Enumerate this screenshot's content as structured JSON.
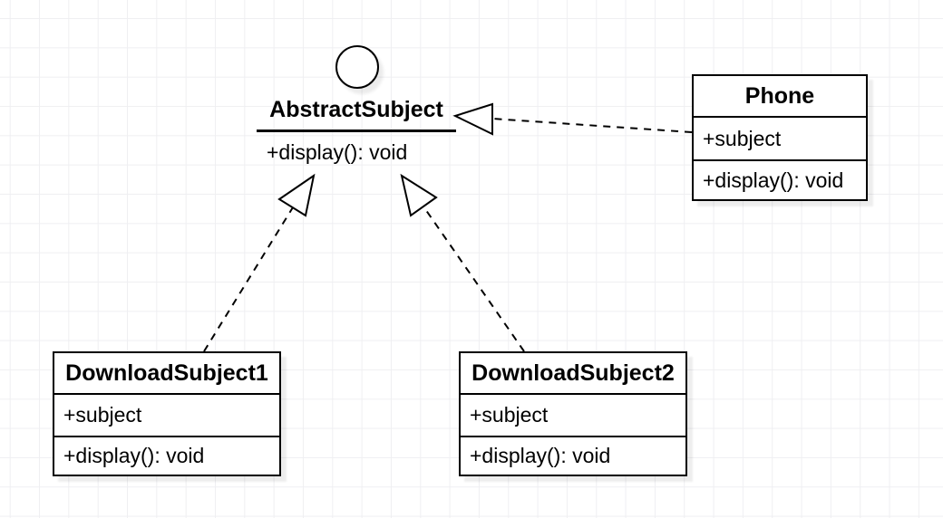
{
  "interface": {
    "name": "AbstractSubject",
    "methods": [
      "+display(): void"
    ]
  },
  "classes": [
    {
      "name": "Phone",
      "attributes": [
        "+subject"
      ],
      "methods": [
        "+display(): void"
      ]
    },
    {
      "name": "DownloadSubject1",
      "attributes": [
        "+subject"
      ],
      "methods": [
        "+display(): void"
      ]
    },
    {
      "name": "DownloadSubject2",
      "attributes": [
        "+subject"
      ],
      "methods": [
        "+display(): void"
      ]
    }
  ],
  "relationships": [
    {
      "from": "Phone",
      "to": "AbstractSubject",
      "type": "realization",
      "line": "dashed",
      "arrowhead": "hollow-triangle"
    },
    {
      "from": "DownloadSubject1",
      "to": "AbstractSubject",
      "type": "realization",
      "line": "dashed",
      "arrowhead": "hollow-triangle"
    },
    {
      "from": "DownloadSubject2",
      "to": "AbstractSubject",
      "type": "realization",
      "line": "dashed",
      "arrowhead": "hollow-triangle"
    }
  ],
  "colors": {
    "stroke": "#000000",
    "shape_fill": "#ffffff",
    "background": "#ffffff",
    "grid_line": "#efeff2"
  }
}
